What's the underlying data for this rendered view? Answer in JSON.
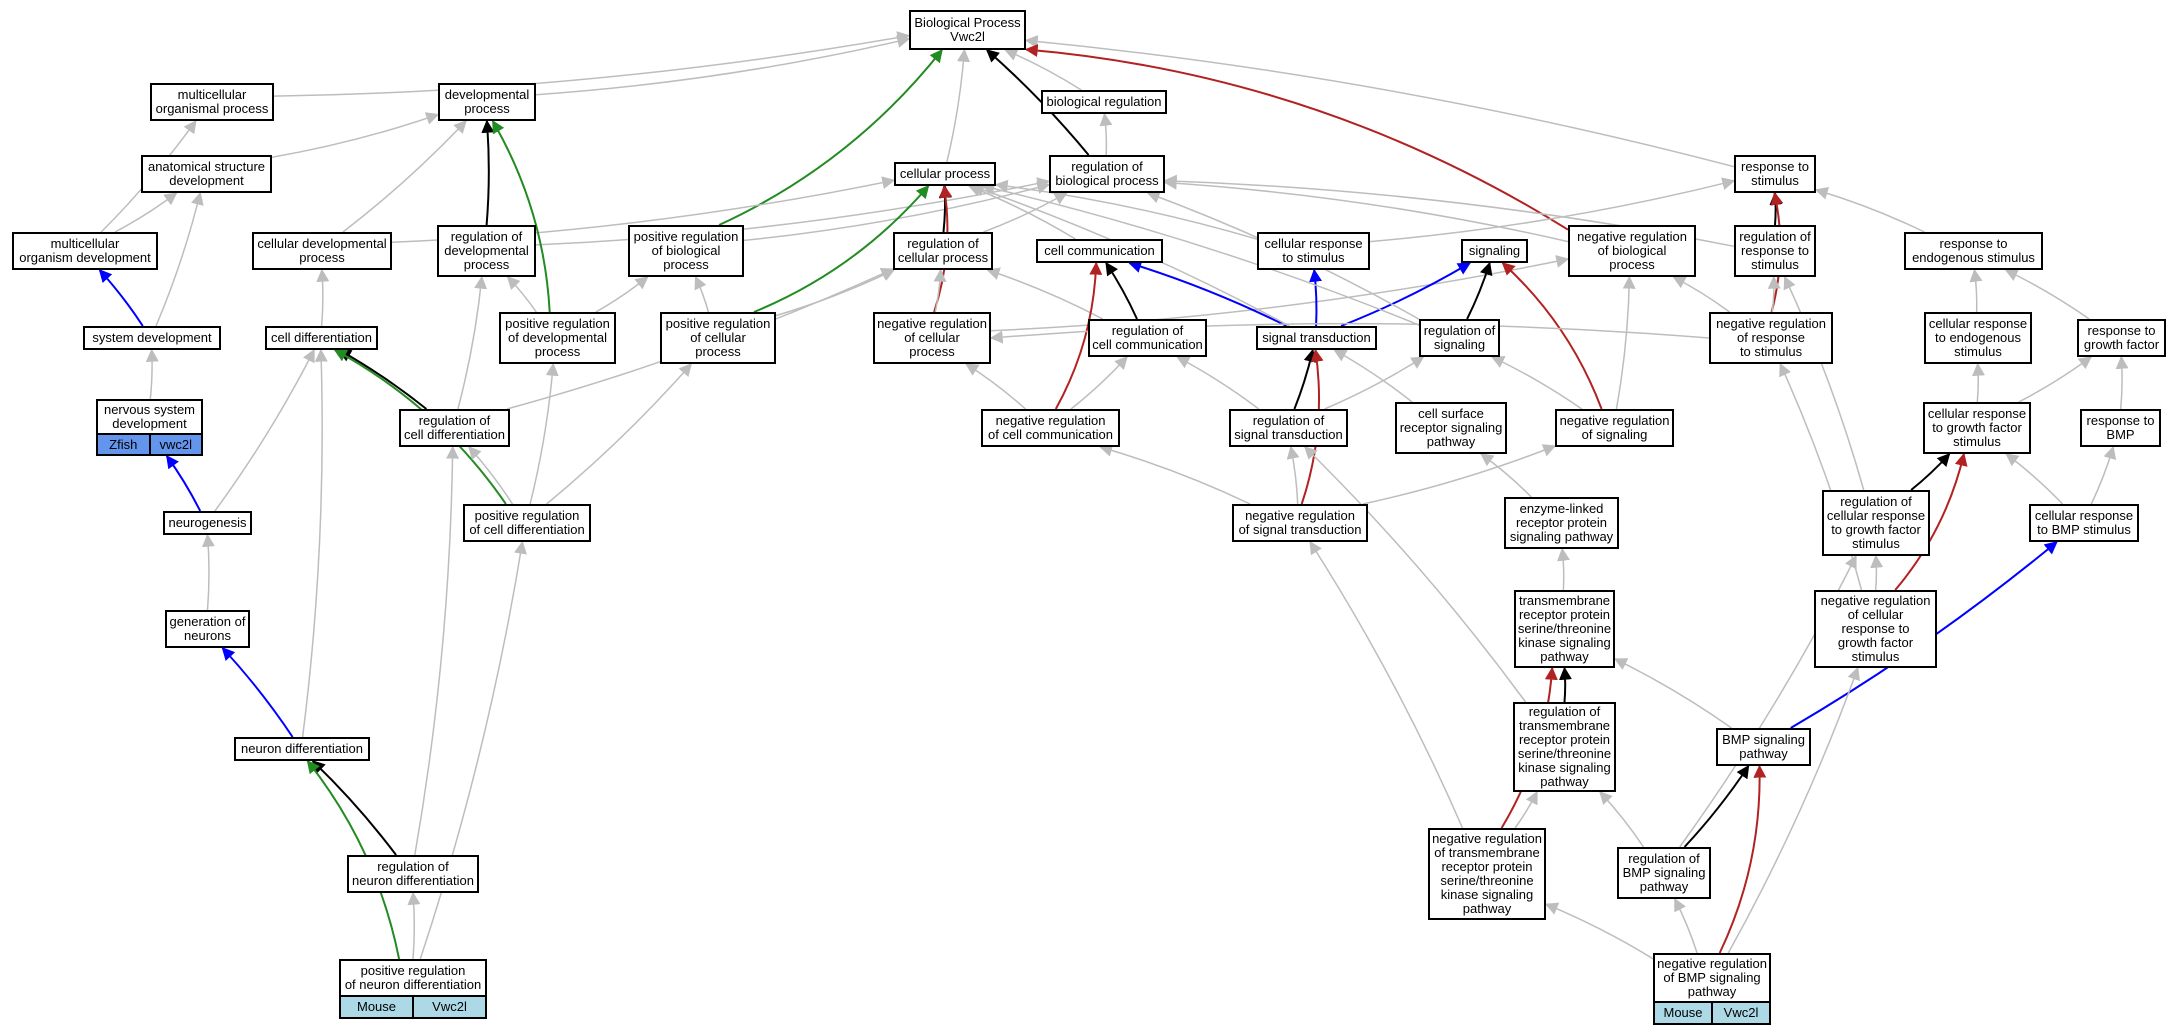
{
  "colors": {
    "is_a": "#000000",
    "part_of": "#bdbdbd",
    "positive": "#228b22",
    "negative": "#b22222",
    "species_zfish": "#6495ed",
    "species_mouse": "#add8e6"
  },
  "nodes": {
    "bp": "Biological Process\nVwc2l",
    "mop": "multicellular\norganismal process",
    "dp": "developmental\nprocess",
    "breg": "biological regulation",
    "asd": "anatomical structure\ndevelopment",
    "cp": "cellular process",
    "rbp": "regulation of\nbiological process",
    "rts": "response to\nstimulus",
    "mod": "multicellular\norganism development",
    "cdp": "cellular developmental\nprocess",
    "rdp": "regulation of\ndevelopmental\nprocess",
    "prbp": "positive regulation\nof biological\nprocess",
    "rcp": "regulation of\ncellular process",
    "cc": "cell communication",
    "crs": "cellular response\nto stimulus",
    "sig": "signaling",
    "nrbp": "negative regulation\nof biological\nprocess",
    "rrs": "regulation of\nresponse to\nstimulus",
    "res": "response to\nendogenous stimulus",
    "sd": "system development",
    "cdiff": "cell differentiation",
    "prdp": "positive regulation\nof developmental\nprocess",
    "prcp": "positive regulation\nof cellular\nprocess",
    "nrcp": "negative regulation\nof cellular\nprocess",
    "rcc": "regulation of\ncell communication",
    "st": "signal transduction",
    "rsig": "regulation of\nsignaling",
    "nrrs": "negative regulation\nof response\nto stimulus",
    "cres": "cellular response\nto endogenous\nstimulus",
    "rgf": "response to\ngrowth factor",
    "nsd": "nervous system\ndevelopment",
    "rcd": "regulation of\ncell differentiation",
    "nrcc": "negative regulation\nof cell communication",
    "rst": "regulation of\nsignal transduction",
    "csrsp": "cell surface\nreceptor signaling\npathway",
    "nrsig": "negative regulation\nof signaling",
    "crgf": "cellular response\nto growth factor\nstimulus",
    "rbmp": "response to\nBMP",
    "neuro": "neurogenesis",
    "prcd": "positive regulation\nof cell differentiation",
    "nrst": "negative regulation\nof signal transduction",
    "elrp": "enzyme-linked\nreceptor protein\nsignaling pathway",
    "rcrgf": "regulation of\ncellular response\nto growth factor\nstimulus",
    "crbmp": "cellular response\nto BMP stimulus",
    "gon": "generation of\nneurons",
    "tmrp": "transmembrane\nreceptor protein\nserine/threonine\nkinase signaling\npathway",
    "nrcrgf": "negative regulation\nof cellular\nresponse to\ngrowth factor\nstimulus",
    "rtmrp": "regulation of\ntransmembrane\nreceptor protein\nserine/threonine\nkinase signaling\npathway",
    "bmp": "BMP signaling\npathway",
    "nd": "neuron differentiation",
    "nrtmrp": "negative regulation\nof transmembrane\nreceptor protein\nserine/threonine\nkinase signaling\npathway",
    "rbmpsp": "regulation of\nBMP signaling\npathway",
    "rnd": "regulation of\nneuron differentiation",
    "prnd": "positive regulation\nof neuron differentiation",
    "nrbmp": "negative regulation\nof BMP signaling\npathway"
  },
  "annotations": {
    "nsd": {
      "species": "Zfish",
      "gene": "vwc2l"
    },
    "prnd": {
      "species": "Mouse",
      "gene": "Vwc2l"
    },
    "nrbmp": {
      "species": "Mouse",
      "gene": "Vwc2l"
    }
  },
  "edges": [
    [
      "mop",
      "bp",
      "part_of"
    ],
    [
      "dp",
      "bp",
      "part_of"
    ],
    [
      "breg",
      "bp",
      "part_of"
    ],
    [
      "cp",
      "bp",
      "part_of"
    ],
    [
      "rts",
      "bp",
      "part_of"
    ],
    [
      "rbp",
      "breg",
      "part_of"
    ],
    [
      "rbp",
      "bp",
      "is_a"
    ],
    [
      "prbp",
      "bp",
      "positive"
    ],
    [
      "nrbp",
      "bp",
      "negative"
    ],
    [
      "asd",
      "dp",
      "part_of"
    ],
    [
      "mod",
      "mop",
      "part_of"
    ],
    [
      "mod",
      "asd",
      "part_of"
    ],
    [
      "sd",
      "asd",
      "part_of"
    ],
    [
      "sd",
      "mod",
      "blue"
    ],
    [
      "cdp",
      "dp",
      "part_of"
    ],
    [
      "cdp",
      "cp",
      "part_of"
    ],
    [
      "rdp",
      "dp",
      "is_a"
    ],
    [
      "rdp",
      "rbp",
      "part_of"
    ],
    [
      "prdp",
      "dp",
      "positive"
    ],
    [
      "prdp",
      "rdp",
      "part_of"
    ],
    [
      "prdp",
      "prbp",
      "part_of"
    ],
    [
      "prbp",
      "rbp",
      "part_of"
    ],
    [
      "rcp",
      "cp",
      "is_a"
    ],
    [
      "rcp",
      "rbp",
      "part_of"
    ],
    [
      "prcp",
      "cp",
      "positive"
    ],
    [
      "prcp",
      "prbp",
      "part_of"
    ],
    [
      "prcp",
      "rcp",
      "part_of"
    ],
    [
      "nrcp",
      "cp",
      "negative"
    ],
    [
      "nrcp",
      "rcp",
      "part_of"
    ],
    [
      "nrcp",
      "nrbp",
      "part_of"
    ],
    [
      "cc",
      "cp",
      "part_of"
    ],
    [
      "crs",
      "cp",
      "part_of"
    ],
    [
      "crs",
      "rts",
      "part_of"
    ],
    [
      "nrbp",
      "rbp",
      "part_of"
    ],
    [
      "rrs",
      "rts",
      "is_a"
    ],
    [
      "rrs",
      "rbp",
      "part_of"
    ],
    [
      "res",
      "rts",
      "part_of"
    ],
    [
      "cdiff",
      "cdp",
      "part_of"
    ],
    [
      "nsd",
      "sd",
      "part_of"
    ],
    [
      "rcd",
      "cdiff",
      "is_a"
    ],
    [
      "rcd",
      "rdp",
      "part_of"
    ],
    [
      "rcd",
      "rcp",
      "part_of"
    ],
    [
      "prcd",
      "cdiff",
      "positive"
    ],
    [
      "prcd",
      "rcd",
      "part_of"
    ],
    [
      "prcd",
      "prdp",
      "part_of"
    ],
    [
      "prcd",
      "prcp",
      "part_of"
    ],
    [
      "rcc",
      "cc",
      "is_a"
    ],
    [
      "rcc",
      "rcp",
      "part_of"
    ],
    [
      "nrcc",
      "cc",
      "negative"
    ],
    [
      "nrcc",
      "rcc",
      "part_of"
    ],
    [
      "nrcc",
      "nrcp",
      "part_of"
    ],
    [
      "st",
      "cc",
      "blue"
    ],
    [
      "st",
      "crs",
      "blue"
    ],
    [
      "st",
      "sig",
      "blue"
    ],
    [
      "st",
      "cp",
      "part_of"
    ],
    [
      "rsig",
      "sig",
      "is_a"
    ],
    [
      "rsig",
      "rbp",
      "part_of"
    ],
    [
      "rsig",
      "cp",
      "part_of"
    ],
    [
      "nrsig",
      "sig",
      "negative"
    ],
    [
      "nrsig",
      "rsig",
      "part_of"
    ],
    [
      "nrsig",
      "nrbp",
      "part_of"
    ],
    [
      "rst",
      "st",
      "is_a"
    ],
    [
      "rst",
      "rcc",
      "part_of"
    ],
    [
      "rst",
      "rsig",
      "part_of"
    ],
    [
      "nrst",
      "st",
      "negative"
    ],
    [
      "nrst",
      "rst",
      "part_of"
    ],
    [
      "nrst",
      "nrcc",
      "part_of"
    ],
    [
      "nrst",
      "nrsig",
      "part_of"
    ],
    [
      "nrrs",
      "rts",
      "negative"
    ],
    [
      "nrrs",
      "rrs",
      "part_of"
    ],
    [
      "nrrs",
      "nrbp",
      "part_of"
    ],
    [
      "nrrs",
      "nrcp",
      "part_of"
    ],
    [
      "csrsp",
      "st",
      "part_of"
    ],
    [
      "elrp",
      "csrsp",
      "part_of"
    ],
    [
      "tmrp",
      "elrp",
      "part_of"
    ],
    [
      "cres",
      "res",
      "part_of"
    ],
    [
      "rgf",
      "res",
      "part_of"
    ],
    [
      "crgf",
      "cres",
      "part_of"
    ],
    [
      "crgf",
      "rgf",
      "part_of"
    ],
    [
      "rbmp",
      "rgf",
      "part_of"
    ],
    [
      "crbmp",
      "crgf",
      "part_of"
    ],
    [
      "crbmp",
      "rbmp",
      "part_of"
    ],
    [
      "rcrgf",
      "crgf",
      "is_a"
    ],
    [
      "rcrgf",
      "rrs",
      "part_of"
    ],
    [
      "nrcrgf",
      "crgf",
      "negative"
    ],
    [
      "nrcrgf",
      "rcrgf",
      "part_of"
    ],
    [
      "nrcrgf",
      "nrrs",
      "part_of"
    ],
    [
      "neuro",
      "nsd",
      "blue"
    ],
    [
      "neuro",
      "cdiff",
      "part_of"
    ],
    [
      "gon",
      "neuro",
      "part_of"
    ],
    [
      "nd",
      "gon",
      "blue"
    ],
    [
      "nd",
      "cdiff",
      "part_of"
    ],
    [
      "rnd",
      "nd",
      "is_a"
    ],
    [
      "rnd",
      "rcd",
      "part_of"
    ],
    [
      "prnd",
      "nd",
      "positive"
    ],
    [
      "prnd",
      "rnd",
      "part_of"
    ],
    [
      "prnd",
      "prcd",
      "part_of"
    ],
    [
      "rtmrp",
      "tmrp",
      "is_a"
    ],
    [
      "rtmrp",
      "rst",
      "part_of"
    ],
    [
      "nrtmrp",
      "tmrp",
      "negative"
    ],
    [
      "nrtmrp",
      "rtmrp",
      "part_of"
    ],
    [
      "nrtmrp",
      "nrst",
      "part_of"
    ],
    [
      "bmp",
      "tmrp",
      "part_of"
    ],
    [
      "bmp",
      "crbmp",
      "blue"
    ],
    [
      "rbmpsp",
      "bmp",
      "is_a"
    ],
    [
      "rbmpsp",
      "rtmrp",
      "part_of"
    ],
    [
      "rbmpsp",
      "rcrgf",
      "part_of"
    ],
    [
      "nrbmp",
      "bmp",
      "negative"
    ],
    [
      "nrbmp",
      "rbmpsp",
      "part_of"
    ],
    [
      "nrbmp",
      "nrtmrp",
      "part_of"
    ],
    [
      "nrbmp",
      "nrcrgf",
      "part_of"
    ]
  ]
}
